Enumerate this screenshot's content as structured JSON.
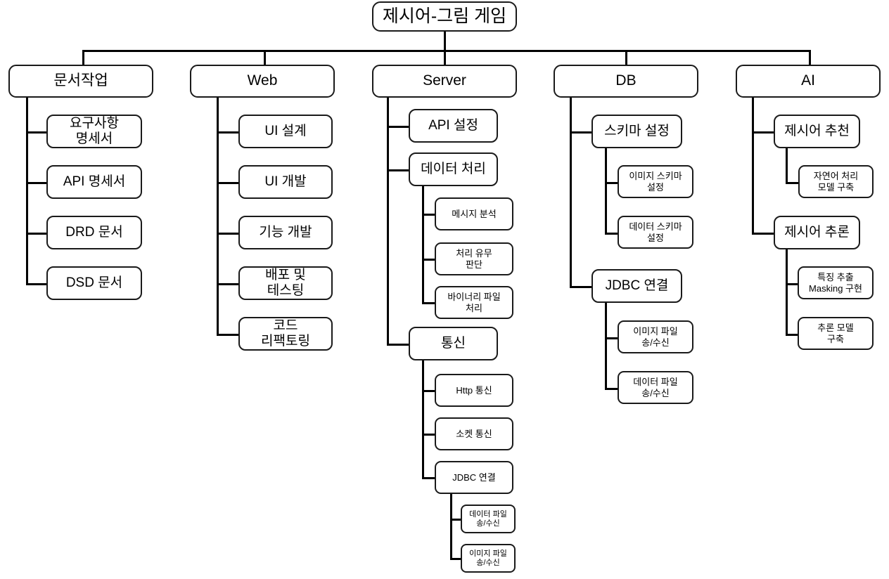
{
  "diagram": {
    "title": "제시어-그림 게임",
    "type": "work-breakdown-structure",
    "line_color": "#000000",
    "node_border_color": "#1a1a1a",
    "node_fill_color": "#ffffff",
    "text_color": "#000000"
  },
  "root": {
    "label": "제시어-그림 게임"
  },
  "branches": [
    {
      "key": "docs",
      "label": "문서작업",
      "children": [
        {
          "key": "req-spec",
          "label": "요구사항\n명세서"
        },
        {
          "key": "api-spec",
          "label": "API 명세서"
        },
        {
          "key": "drd-doc",
          "label": "DRD 문서"
        },
        {
          "key": "dsd-doc",
          "label": "DSD 문서"
        }
      ]
    },
    {
      "key": "web",
      "label": "Web",
      "children": [
        {
          "key": "ui-design",
          "label": "UI 설계"
        },
        {
          "key": "ui-dev",
          "label": "UI 개발"
        },
        {
          "key": "feature-dev",
          "label": "기능 개발"
        },
        {
          "key": "deploy-test",
          "label": "배포 및\n테스팅"
        },
        {
          "key": "code-refactor",
          "label": "코드\n리팩토링"
        }
      ]
    },
    {
      "key": "server",
      "label": "Server",
      "children": [
        {
          "key": "api-config",
          "label": "API 설정"
        },
        {
          "key": "data-processing",
          "label": "데이터 처리",
          "children": [
            {
              "key": "message-analysis",
              "label": "메시지 분석"
            },
            {
              "key": "processing-decision",
              "label": "처리 유무\n판단"
            },
            {
              "key": "binary-file-processing",
              "label": "바이너리 파일\n처리"
            }
          ]
        },
        {
          "key": "communication",
          "label": "통신",
          "children": [
            {
              "key": "http-comm",
              "label": "Http 통신"
            },
            {
              "key": "socket-comm",
              "label": "소켓 통신"
            },
            {
              "key": "jdbc-connection-server",
              "label": "JDBC 연결",
              "children": [
                {
                  "key": "data-file-transfer-server",
                  "label": "데이터 파일\n송/수신"
                },
                {
                  "key": "image-file-transfer-server",
                  "label": "이미지 파일\n송/수신"
                }
              ]
            }
          ]
        }
      ]
    },
    {
      "key": "db",
      "label": "DB",
      "children": [
        {
          "key": "schema-config",
          "label": "스키마 설정",
          "children": [
            {
              "key": "image-schema-config",
              "label": "이미지 스키마\n설정"
            },
            {
              "key": "data-schema-config",
              "label": "데이터 스키마\n설정"
            }
          ]
        },
        {
          "key": "jdbc-connection-db",
          "label": "JDBC 연결",
          "children": [
            {
              "key": "image-file-transfer-db",
              "label": "이미지 파일\n송/수신"
            },
            {
              "key": "data-file-transfer-db",
              "label": "데이터 파일\n송/수신"
            }
          ]
        }
      ]
    },
    {
      "key": "ai",
      "label": "AI",
      "children": [
        {
          "key": "keyword-recommendation",
          "label": "제시어 추천",
          "children": [
            {
              "key": "nlp-model-build",
              "label": "자연어 처리\n모델 구축"
            }
          ]
        },
        {
          "key": "keyword-inference",
          "label": "제시어 추론",
          "children": [
            {
              "key": "feature-extraction-masking",
              "label": "특징 추출\nMasking 구현"
            },
            {
              "key": "inference-model-build",
              "label": "추론 모델\n구축"
            }
          ]
        }
      ]
    }
  ]
}
